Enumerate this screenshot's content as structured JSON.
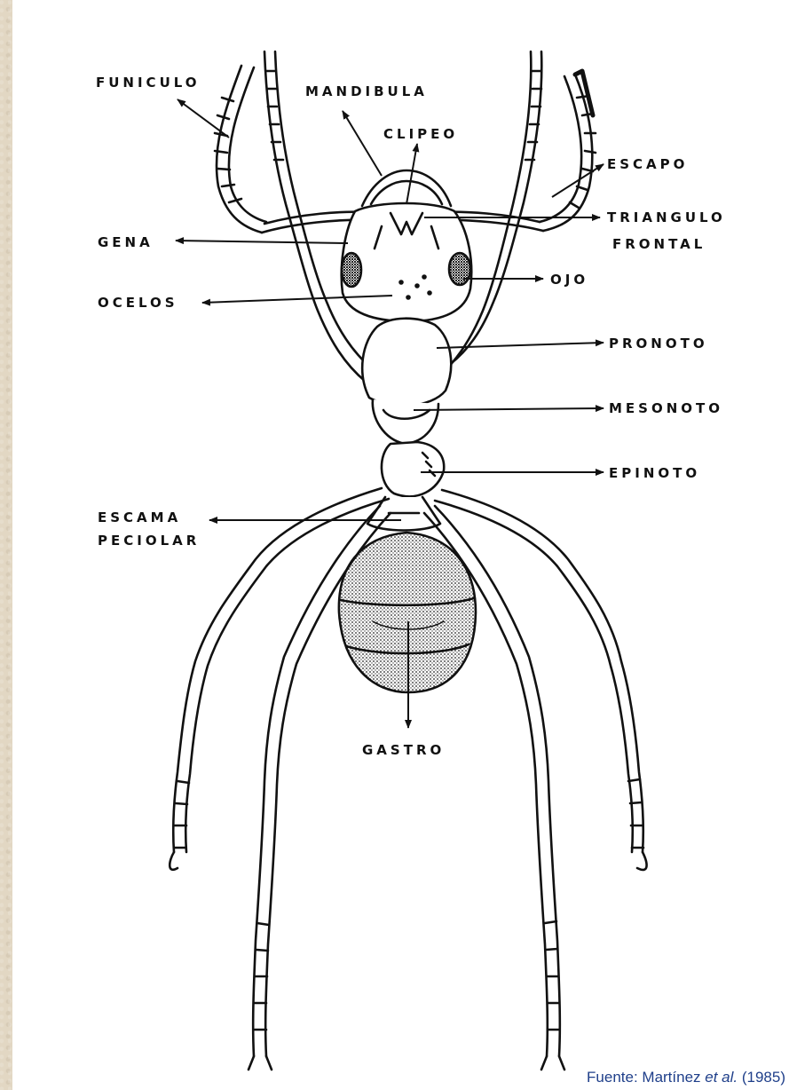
{
  "labels": {
    "funiculo": "FUNICULO",
    "mandibula": "MANDIBULA",
    "clipeo": "CLIPEO",
    "escapo": "ESCAPO",
    "triangulo_1": "TRIANGULO",
    "triangulo_2": "FRONTAL",
    "gena": "GENA",
    "ojo": "OJO",
    "ocelos": "OCELOS",
    "pronoto": "PRONOTO",
    "mesonoto": "MESONOTO",
    "epinoto": "EPINOTO",
    "escama_1": "ESCAMA",
    "escama_2": "PECIOLAR",
    "gastro": "GASTRO"
  },
  "source": {
    "prefix": "Fuente:  Martínez ",
    "etal": "et al.",
    "year": " (1985)"
  }
}
